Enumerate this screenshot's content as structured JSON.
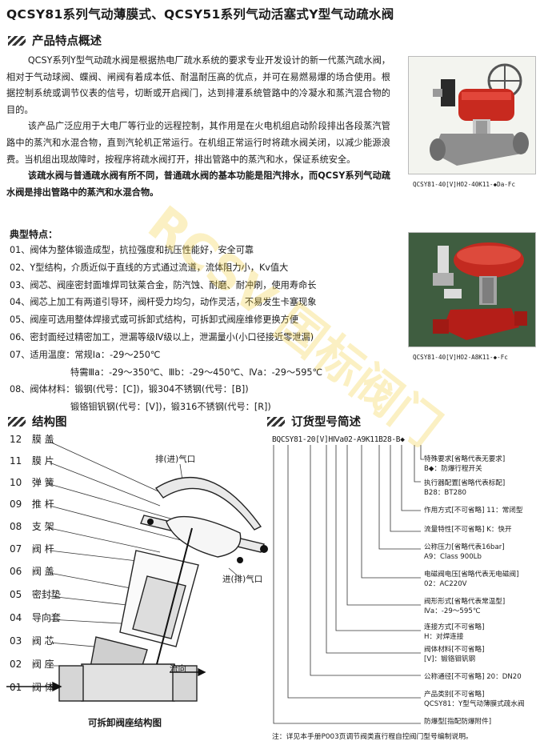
{
  "title": "QCSY81系列气动薄膜式、QCSY51系列气动活塞式Y型气动疏水阀",
  "overview": {
    "heading": "产品特点概述",
    "p1": "QCSY系列Y型气动疏水阀是根据热电厂疏水系统的要求专业开发设计的新一代蒸汽疏水阀，相对于气动球阀、蝶阀、闸阀有着成本低、耐温耐压高的优点，并可在易燃易爆的场合使用。根据控制系统或调节仪表的信号，切断或开启阀门，达到排灌系统管路中的冷凝水和蒸汽混合物的目的。",
    "p2": "该产品广泛应用于大电厂等行业的远程控制，其作用是在火电机组启动阶段排出各段蒸汽管路中的蒸汽和水混合物，直到汽轮机正常运行。在机组正常运行时将疏水阀关闭，以减少能源浪费。当机组出现故障时，按程序将疏水阀打开，排出管路中的蒸汽和水，保证系统安全。",
    "p3": "该疏水阀与普通疏水阀有所不同，普通疏水阀的基本功能是阻汽排水，而QCSY系列气动疏水阀是排出管路中的蒸汽和水混合物。"
  },
  "photos": {
    "caption1": "QCSY81-40[V]HO2-40K11-◆Da-Fc",
    "caption2": "QCSY81-40[V]HO2-A8K11-◆-Fc"
  },
  "features": {
    "heading": "典型特点：",
    "items": [
      "01、阀体为整体锻造成型，抗拉强度和抗压性能好，安全可靠",
      "02、Y型结构，介质近似于直线的方式通过流道，流体阻力小，Kv值大",
      "03、阀芯、阀座密封面堆焊司钛莱合金，防汽蚀、耐磨、耐冲刷，使用寿命长",
      "04、阀芯上加工有两道引导环，阀杆受力均匀，动作灵活，不易发生卡塞现象",
      "05、阀座可选用整体焊接式或可拆卸式结构，可拆卸式阀座维修更换方便",
      "06、密封面经过精密加工，泄漏等级Ⅳ级以上，泄漏量小(小口径接近零泄漏)",
      "07、适用温度：常规Ⅰa：-29～250℃",
      "特需Ⅲa：-29～350℃、Ⅲb：-29～450℃、Ⅳa：-29～595℃",
      "08、阀体材料：锻钢(代号：[C])，锻304不锈钢(代号：[B])",
      "锻铬钼钒钢(代号：[V])，锻316不锈钢(代号：[R])"
    ]
  },
  "structure": {
    "heading": "结构图",
    "parts": [
      {
        "num": "12",
        "name": "膜 盖"
      },
      {
        "num": "11",
        "name": "膜 片"
      },
      {
        "num": "10",
        "name": "弹 簧"
      },
      {
        "num": "09",
        "name": "推 杆"
      },
      {
        "num": "08",
        "name": "支 架"
      },
      {
        "num": "07",
        "name": "阀 杆"
      },
      {
        "num": "06",
        "name": "阀 盖"
      },
      {
        "num": "05",
        "name": "密封垫"
      },
      {
        "num": "04",
        "name": "导向套"
      },
      {
        "num": "03",
        "name": "阀 芯"
      },
      {
        "num": "02",
        "name": "阀 座"
      },
      {
        "num": "01",
        "name": "阀 体"
      }
    ],
    "exhaust_in": "排(进)气口",
    "exhaust_out": "进(排)气口",
    "flow": "流向",
    "caption": "可拆卸阀座结构图"
  },
  "order": {
    "heading": "订货型号简述",
    "code": "BQCSY81-20[V]HⅣa02-A9K11B28-B◆",
    "items": [
      {
        "l1": "特殊要求[省略代表无要求]",
        "l2": "B◆：防爆行程开关"
      },
      {
        "l1": "执行器配置[省略代表标配]",
        "l2": "B28：BT280"
      },
      {
        "l1": "作用方式[不可省略]  11：常闭型",
        "l2": ""
      },
      {
        "l1": "流量特性[不可省略]  K：快开",
        "l2": ""
      },
      {
        "l1": "公称压力[省略代表16bar]",
        "l2": "A9：Class 900Lb"
      },
      {
        "l1": "电磁阀电压[省略代表无电磁阀]",
        "l2": "02：AC220V"
      },
      {
        "l1": "阀形形式[省略代表常温型]",
        "l2": "Ⅳa：-29～595℃"
      },
      {
        "l1": "连接方式[不可省略]",
        "l2": "H：对焊连接"
      },
      {
        "l1": "阀体材料[不可省略]",
        "l2": "[V]：锻铬钼钒钢"
      },
      {
        "l1": "公称通径[不可省略]    20：DN20",
        "l2": ""
      },
      {
        "l1": "产品类别[不可省略]",
        "l2": "QCSY81：Y型气动薄膜式疏水阀"
      },
      {
        "l1": "防爆型[指配防爆附件]",
        "l2": ""
      }
    ],
    "note": "注：详见本手册P003页调节阀类直行程自控阀门型号编制说明。"
  },
  "watermark": "RCSV 国标阀门"
}
